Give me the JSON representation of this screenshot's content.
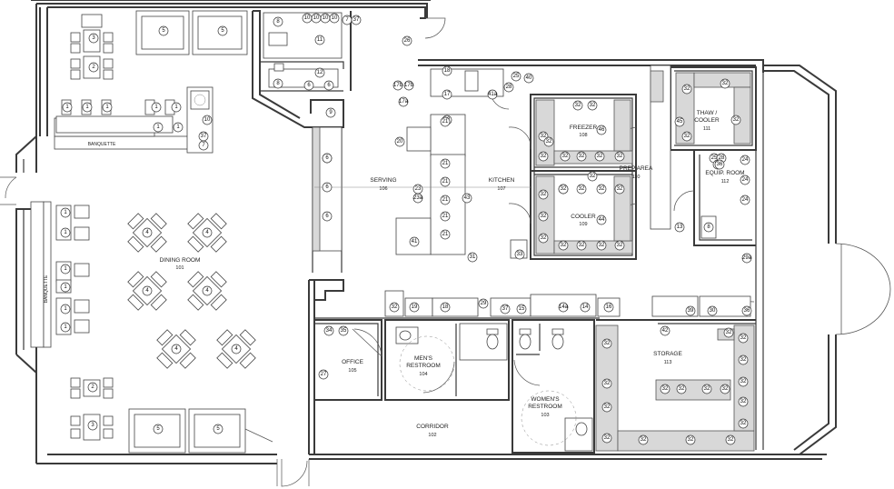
{
  "rooms": {
    "dining": {
      "name": "DINING ROOM",
      "number": "101"
    },
    "serving": {
      "name": "SERVING",
      "number": "106"
    },
    "kitchen": {
      "name": "KITCHEN",
      "number": "107"
    },
    "freezer": {
      "name": "FREEZER",
      "number": "108"
    },
    "cooler": {
      "name": "COOLER",
      "number": "109"
    },
    "prep": {
      "name": "PREP AREA",
      "number": "110"
    },
    "thaw1": {
      "name": "THAW /",
      "number": "111"
    },
    "thaw2": {
      "name": "COOLER"
    },
    "equip": {
      "name": "EQUIP. ROOM",
      "number": "112"
    },
    "storage": {
      "name": "STORAGE",
      "number": "113"
    },
    "office": {
      "name": "OFFICE",
      "number": "105"
    },
    "mens1": {
      "name": "MEN'S",
      "number": "104"
    },
    "mens2": {
      "name": "RESTROOM"
    },
    "womens1": {
      "name": "WOMEN'S",
      "number": "103"
    },
    "womens2": {
      "name": "RESTROOM"
    },
    "corridor": {
      "name": "CORRIDOR",
      "number": "102"
    }
  },
  "labels": {
    "banquette_top": "BANQUETTE",
    "banquette_left": "BANQUETTE"
  },
  "tags": {
    "t1": "3",
    "t2": "2",
    "t3": "5",
    "t4": "5",
    "t5": "8",
    "t6": "10",
    "t7": "10",
    "t8": "10",
    "t9": "10",
    "t10": "7",
    "t11": "37",
    "t12": "11",
    "t13": "8",
    "t14": "12",
    "t15": "6",
    "t16": "6",
    "t17": "26",
    "t18": "9",
    "t19": "1",
    "t20": "1",
    "t21": "1",
    "t22": "1",
    "t23": "1",
    "t24": "10",
    "t25": "37",
    "t26": "7",
    "t27": "17b",
    "t28": "17b",
    "t29": "17a",
    "t30": "17",
    "t31": "22",
    "t32": "20",
    "t33": "18",
    "t34": "28",
    "t35": "40",
    "t36": "41a",
    "t37": "25",
    "t38": "32",
    "t39": "46",
    "t40": "32",
    "t41": "32",
    "t42": "32",
    "t43": "32",
    "t44": "32",
    "t45": "32",
    "t46": "32",
    "t47": "32",
    "t48": "32",
    "t49": "32",
    "t50": "44",
    "t51": "32",
    "t52": "32",
    "t53": "32",
    "t54": "32",
    "t55": "32",
    "t56": "32",
    "t57": "32",
    "t58": "45",
    "t59": "32",
    "t60": "32",
    "t61": "25",
    "t62": "28",
    "t63": "38",
    "t64": "24",
    "t65": "24",
    "t66": "24",
    "t67": "13",
    "t68": "8",
    "t69": "29a",
    "t70": "6",
    "t71": "6",
    "t72": "6",
    "t73": "6",
    "t74": "21",
    "t75": "21",
    "t76": "21",
    "t77": "21",
    "t78": "21",
    "t79": "21",
    "t80": "23",
    "t81": "23a",
    "t82": "43",
    "t83": "41",
    "t84": "31",
    "t85": "33",
    "t86": "4",
    "t87": "4",
    "t88": "4",
    "t89": "4",
    "t90": "4",
    "t91": "4",
    "t92": "1",
    "t93": "1",
    "t94": "1",
    "t95": "1",
    "t96": "1",
    "t97": "1",
    "t98": "1",
    "t99": "1",
    "t100": "2",
    "t101": "3",
    "t102": "5",
    "t103": "5",
    "t104": "32",
    "t105": "19",
    "t106": "18",
    "t107": "29",
    "t108": "37",
    "t109": "15",
    "t110": "14a",
    "t111": "14",
    "t112": "16",
    "t113": "34",
    "t114": "35",
    "t115": "27",
    "t116": "39",
    "t117": "30",
    "t118": "36",
    "t119": "42",
    "t120": "32",
    "t121": "32",
    "t122": "32",
    "t123": "32",
    "t124": "32",
    "t125": "32",
    "t126": "32",
    "t127": "32",
    "t128": "32",
    "t129": "32",
    "t130": "32",
    "t131": "32",
    "t132": "32",
    "t133": "32",
    "t134": "32",
    "t135": "32",
    "t136": "32",
    "t137": "32",
    "t138": "32",
    "t139": "32",
    "t140": "32",
    "t141": "36",
    "t142": "32",
    "t143": "32"
  }
}
